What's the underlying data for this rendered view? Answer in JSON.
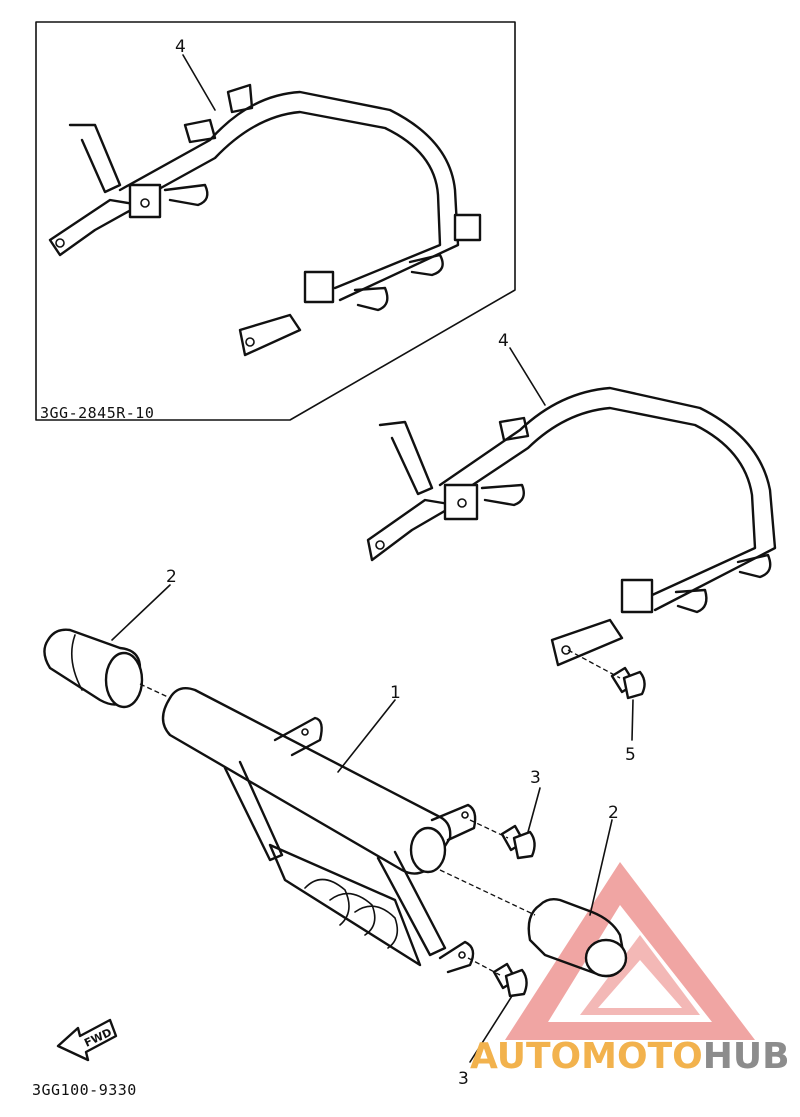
{
  "diagram": {
    "inset_code": "3GG-2845R-10",
    "page_code": "3GG100-9330",
    "fwd_label": "FWD",
    "callouts": {
      "inset_part4": "4",
      "part4": "4",
      "part2_left": "2",
      "part1": "1",
      "part3_upper": "3",
      "part2_right": "2",
      "part5": "5",
      "part3_lower": "3"
    }
  },
  "watermark": {
    "text_part1": "AUTOMOTO",
    "text_part2": "HUB",
    "colors": {
      "triangle": "#e8736f",
      "auto": "#f2b24d",
      "hub": "#8c8c8c"
    }
  }
}
